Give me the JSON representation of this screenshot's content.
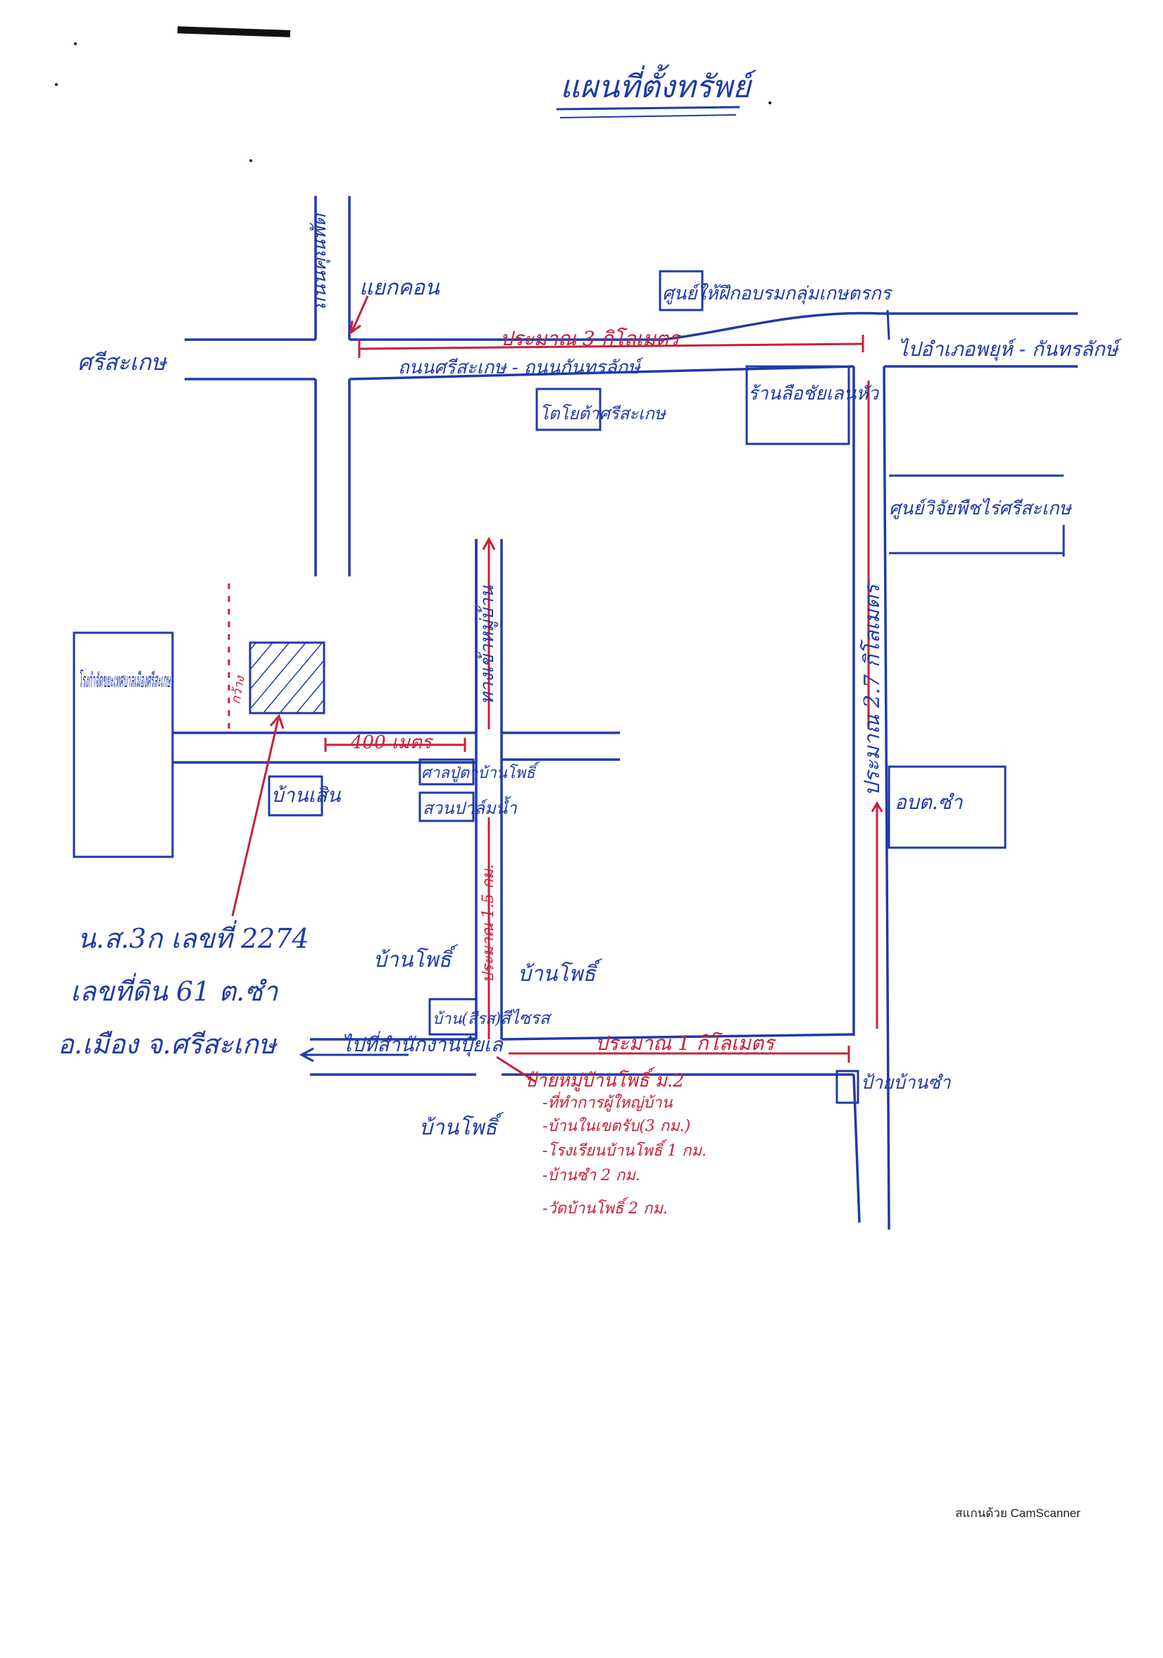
{
  "map": {
    "title": "แผนที่ตั้งทรัพย์",
    "roads": {
      "north_road_label": "ถนนคุณพัด",
      "west_road_label": "ศรีสะเกษ",
      "intersection_label": "แยกคอน",
      "upper_red_road_label": "ประมาณ 3 กิโลเมตร",
      "upper_blue_road_label": "ถนนศรีสะเกษ - ถนนกันทรลักษ์",
      "east_red_road_label": "ประมาณ 2.7 กิโลเมตร",
      "middle_road_label": "ทางเข้าหมู่บ้าน",
      "lower_red_road_label": "ประมาณ 1 กิโลเมตร",
      "inner_vertical_label": "ประมาณ 1.5 กม.",
      "mid_road_distance": "400 เมตร",
      "east_arrow_label": "ไปอำเภอพยุห์ - กันทรลักษ์",
      "west_arrow_label": "ไปที่สำนักงานปุ๋ยเล"
    },
    "places": {
      "school": "ศูนย์ให้ฝึกอบรมกลุ่มเกษตรกร",
      "toyota": "โตโยต้าศรีสะเกษ",
      "shop": "ร้านลือชัยเลนหัว",
      "hospital": "ศูนย์วิจัยพืชไร่ศรีสะเกษ",
      "tao": "อบต.ซำ",
      "airport": "โรงกำจัดขยะเทศบาลเมืองศรีสะเกษ",
      "house_left": "บ้านเสิน",
      "market": "ศาลปู่ตาบ้านโพธิ์",
      "garden": "สวนปาล์มน้ำ",
      "house_north": "บ้านโพธิ์",
      "house_right": "บ้านโพธิ์",
      "house_box": "บ้าน(สีรส)",
      "house_box2": "สีไซรส",
      "house_south": "บ้านโพธิ์",
      "village_sign": "ป้ายบ้านซำ",
      "property_width_label": "กว้าง"
    },
    "deed": {
      "line1": "น.ส.3ก เลขที่ 2274",
      "line2": "เลขที่ดิน 61 ต.ซำ",
      "line3": "อ.เมือง จ.ศรีสะเกษ"
    },
    "nearby": {
      "title": "ป้ายหมู่บ้านโพธิ์ ม.2",
      "items": [
        "-ที่ทำการผู้ใหญ่บ้าน",
        "-บ้านในเขตรับ(3 กม.)",
        "-โรงเรียนบ้านโพธิ์ 1 กม.",
        "-บ้านซำ 2 กม.",
        "-วัดบ้านโพธิ์ 2 กม."
      ]
    },
    "colors": {
      "ink_blue": "#1f3aa8",
      "ink_red": "#c8203a"
    }
  },
  "footer": {
    "scanner_text": "สแกนด้วย CamScanner"
  }
}
